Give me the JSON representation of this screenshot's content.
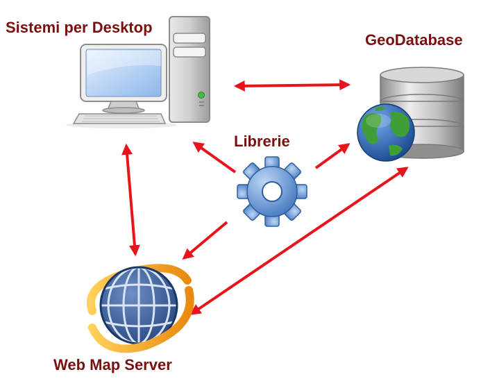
{
  "nodes": {
    "desktop": {
      "label": "Sistemi per Desktop",
      "icon": "desktop-computer-icon"
    },
    "geodatabase": {
      "label": "GeoDatabase",
      "icon": "database-globe-icon"
    },
    "libraries": {
      "label": "Librerie",
      "icon": "gear-icon"
    },
    "webmap": {
      "label": "Web Map Server",
      "icon": "globe-orbit-icon"
    }
  },
  "colors": {
    "label": "#7a0f0f",
    "arrow": "#e8141b",
    "gear": "#4a82c8",
    "globe_ocean": "#2f66b0",
    "land": "#3f9e35",
    "orbit": "#f4a51c"
  }
}
